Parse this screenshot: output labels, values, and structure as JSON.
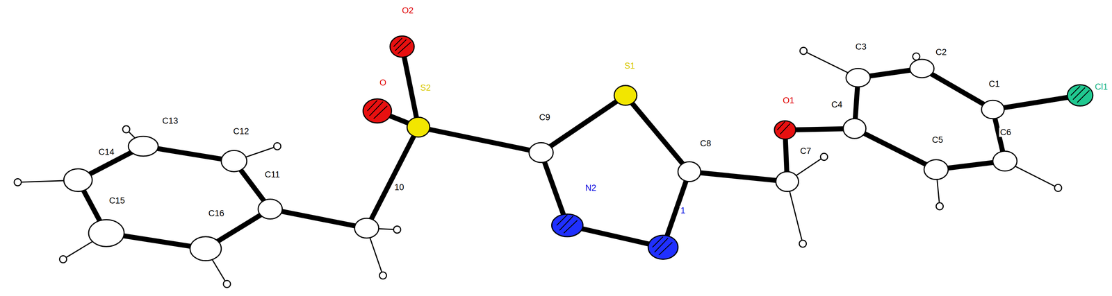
{
  "diagram": {
    "labels": [
      "O2",
      "O",
      "S2",
      "S1",
      "C9",
      "N2",
      "1",
      "C8",
      "C7",
      "O1",
      "C4",
      "C3",
      "C2",
      "C1",
      "Cl1",
      "C6",
      "C5",
      "10",
      "C11",
      "C12",
      "C13",
      "C14",
      "C15",
      "C16"
    ]
  }
}
